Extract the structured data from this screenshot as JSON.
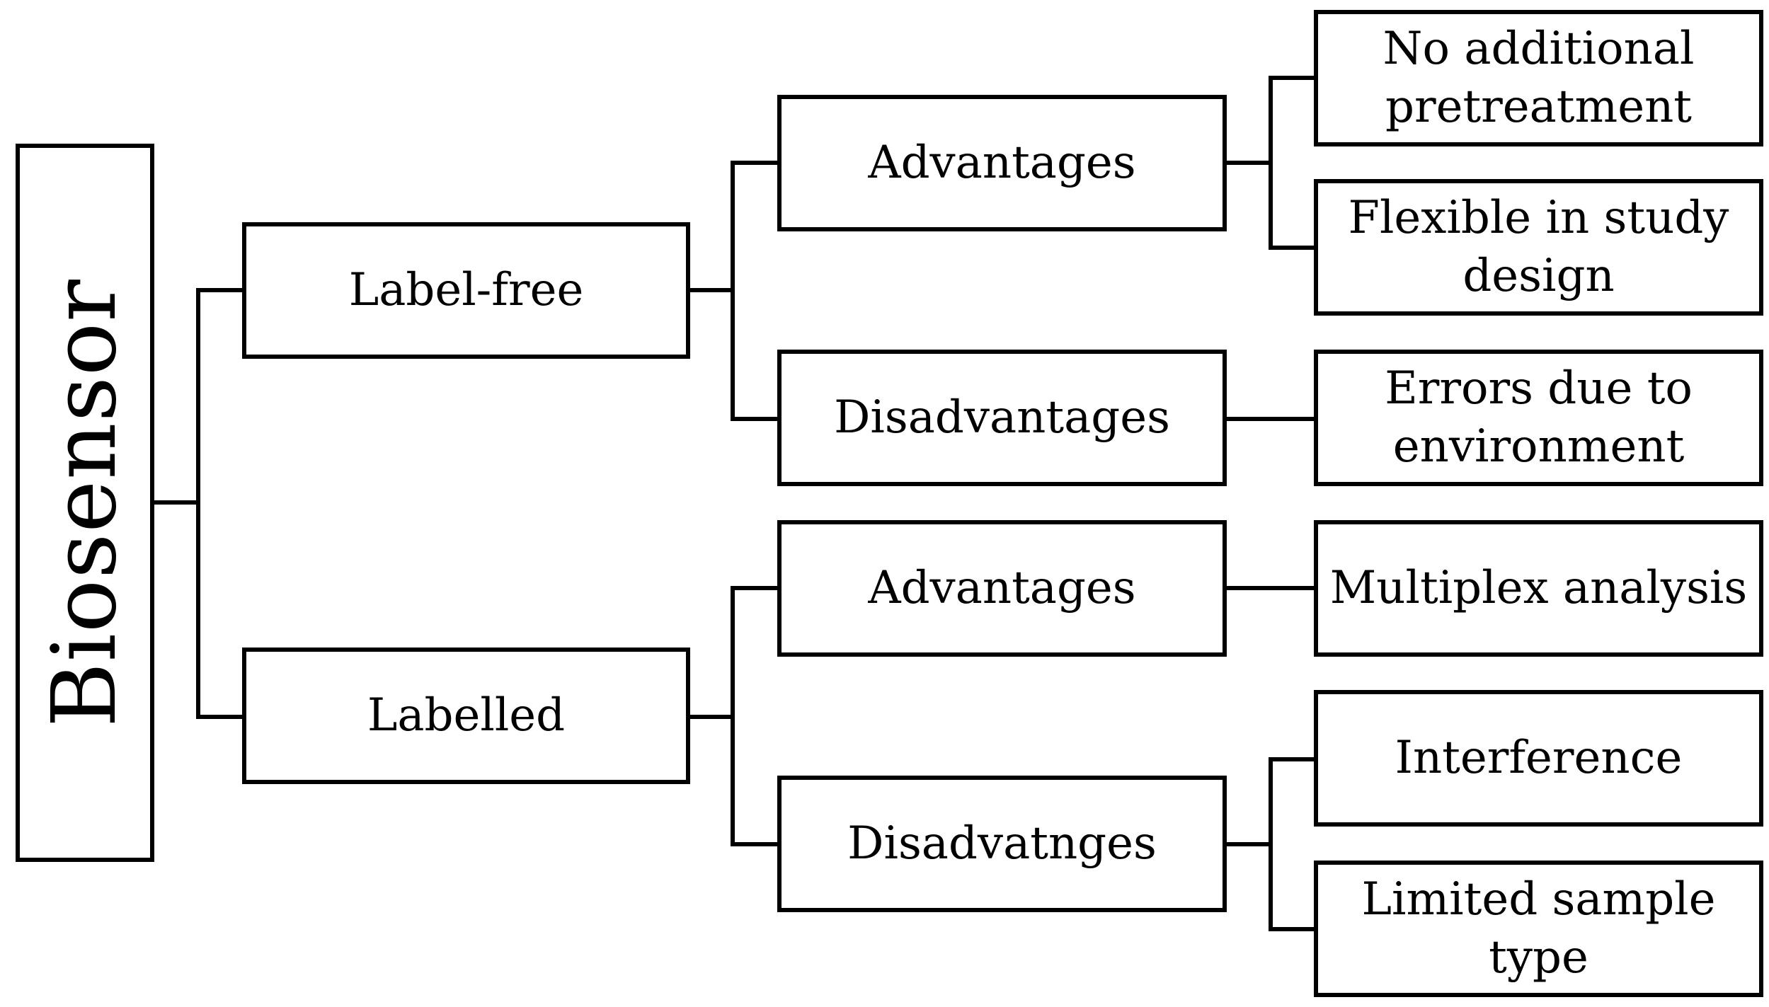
{
  "diagram": {
    "root": {
      "label": "Biosensor"
    },
    "level1": {
      "label_free": "Label-free",
      "labelled": "Labelled"
    },
    "level2": {
      "label_free_advantages": "Advantages",
      "label_free_disadvantages": "Disadvantages",
      "labelled_advantages": "Advantages",
      "labelled_disadvantages": "Disadvatnges"
    },
    "level3": {
      "no_additional_pretreatment": "No additional\npretreatment",
      "flexible_in_study_design": "Flexible in study\ndesign",
      "errors_due_to_environment": "Errors due to\nenvironment",
      "multiplex_analysis": "Multiplex analysis",
      "interference": "Interference",
      "limited_sample_type": "Limited sample\ntype"
    },
    "colors": {
      "line": "#000000",
      "box_fill": "#ffffff",
      "text": "#000000"
    }
  }
}
